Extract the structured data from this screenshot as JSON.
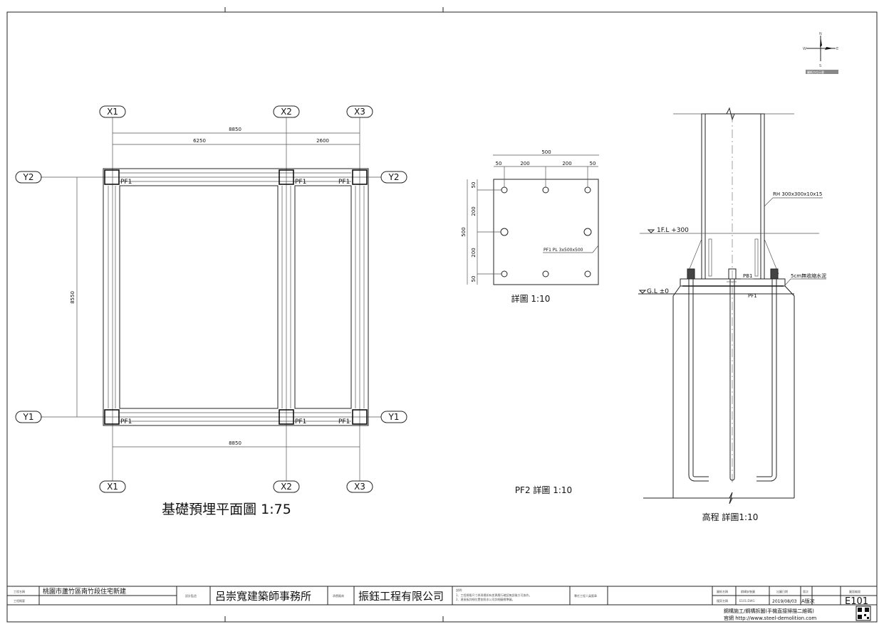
{
  "compass": {
    "n": "N",
    "s": "S",
    "e": "E",
    "w": "W",
    "label": "圖紙方位示意"
  },
  "plan": {
    "title": "基礎預埋平面圖  1:75",
    "grid_x": [
      "X1",
      "X2",
      "X3"
    ],
    "grid_y": [
      "Y2",
      "Y1"
    ],
    "dim_total_top": "8850",
    "dim_sub": [
      "6250",
      "2600"
    ],
    "dim_vertical": "8550",
    "dim_total_bottom": "8850",
    "plate_label": "PF1"
  },
  "detail": {
    "top_total": "500",
    "top_sub": [
      "50",
      "200",
      "200",
      "50"
    ],
    "left_total": "500",
    "left_sub": [
      "50",
      "200",
      "200",
      "50"
    ],
    "plate_note": "PF1 PL 3x500x500",
    "caption": "詳圖 1:10",
    "pf2_caption": "PF2 詳圖  1:10"
  },
  "elevation": {
    "member": "RH 300x300x10x15",
    "floor_level": "1F.L +300",
    "ground_level": "G.L ±0",
    "pb1": "PB1",
    "pf1": "PF1",
    "grout": "5cm無收縮水泥",
    "caption": "高程 詳圖1:10"
  },
  "title_block": {
    "project_label": "工程名稱",
    "project_name": "桃園市蘆竹區南竹段住宅新建",
    "summary_label": "工程概要",
    "designer_label": "設計監造",
    "designer": "呂崇寬建築師事務所",
    "contractor_label": "承攬廠商",
    "contractor": "振鈺工程有限公司",
    "notes_title": "說明:",
    "notes": [
      "1、工程規格尺寸與現場如有差異應行確認無誤後方可施作。",
      "2、連接板詳細位置依照本公司詳細圖標準圖。"
    ],
    "engineer_label": "專任工程人員簽章",
    "sheet_name_label": "圖紙名稱",
    "sheet_name": "鋼構安裝圖",
    "file_label": "檔案名稱",
    "file_name": "E101.DWG",
    "date_label": "出圖日期",
    "date": "2019/08/03",
    "version_label": "版次",
    "version": "A版次",
    "number_label": "圖面編號",
    "number": "E101",
    "footer1": "鋼構施工/鋼構拆圖(手機直接掃描二維碼)",
    "footer2": "官網 http://www.steel-demolition.com"
  }
}
